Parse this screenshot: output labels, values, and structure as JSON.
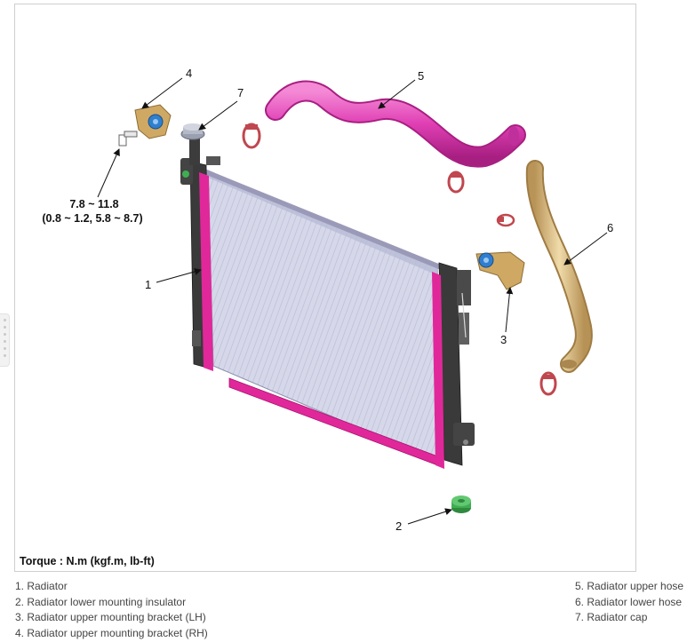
{
  "callouts": {
    "c1": "1",
    "c2": "2",
    "c3": "3",
    "c4": "4",
    "c5": "5",
    "c6": "6",
    "c7": "7"
  },
  "torque_spec": {
    "line1": "7.8 ~ 11.8",
    "line2": "(0.8 ~ 1.2, 5.8 ~ 8.7)"
  },
  "torque_label": "Torque : N.m (kgf.m, lb-ft)",
  "legend": {
    "left": [
      "1. Radiator",
      "2. Radiator lower mounting insulator",
      "3. Radiator upper mounting bracket (LH)",
      "4. Radiator upper mounting bracket (RH)"
    ],
    "right": [
      "5. Radiator upper hose",
      "6. Radiator lower hose",
      "7. Radiator cap"
    ]
  },
  "colors": {
    "frame_magenta": "#e0289a",
    "upper_hose": "#e43fb6",
    "lower_hose": "#d9bd84",
    "core": "#d2d4e6",
    "tank_dark": "#3a3a3a",
    "bracket_tan": "#cfa964",
    "insulator_blue": "#2f7fd0",
    "insulator_green": "#3fae52",
    "clamp_red": "#c0474f"
  }
}
